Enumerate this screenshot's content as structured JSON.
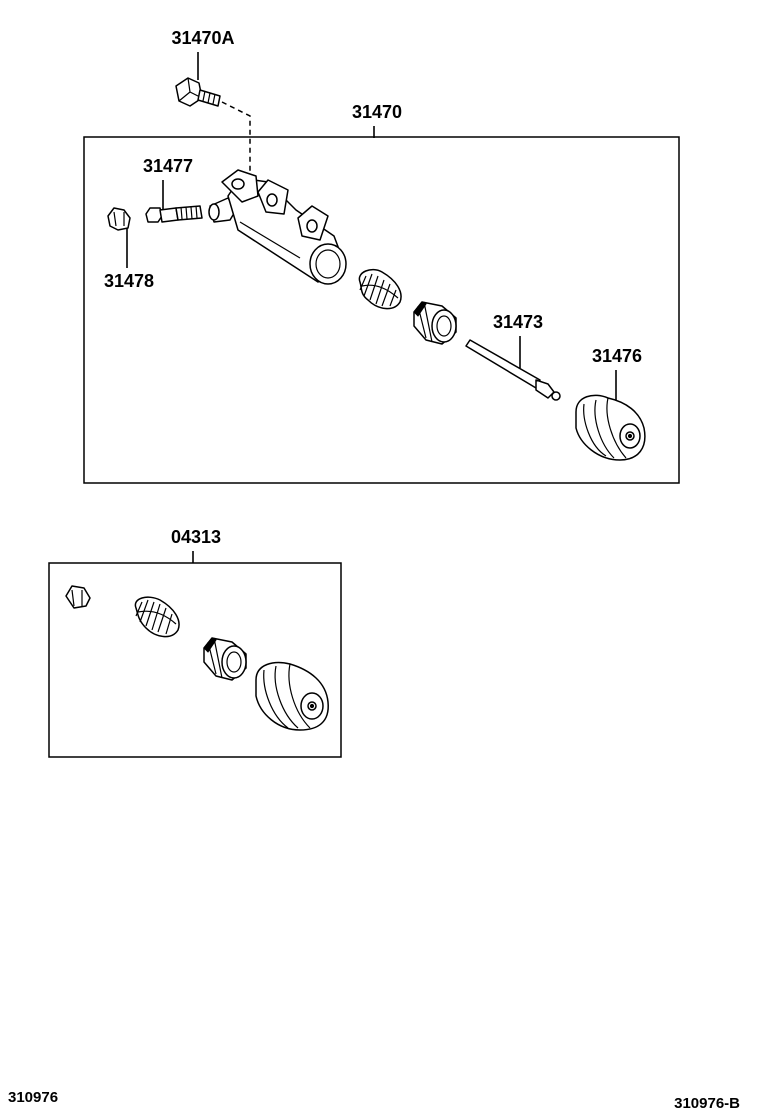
{
  "diagram": {
    "callouts": {
      "p31470a": "31470A",
      "p31470": "31470",
      "p31477": "31477",
      "p31478": "31478",
      "p31473": "31473",
      "p31476": "31476",
      "p04313": "04313"
    },
    "footer": {
      "left_code": "310976",
      "right_code": "310976-B"
    }
  }
}
